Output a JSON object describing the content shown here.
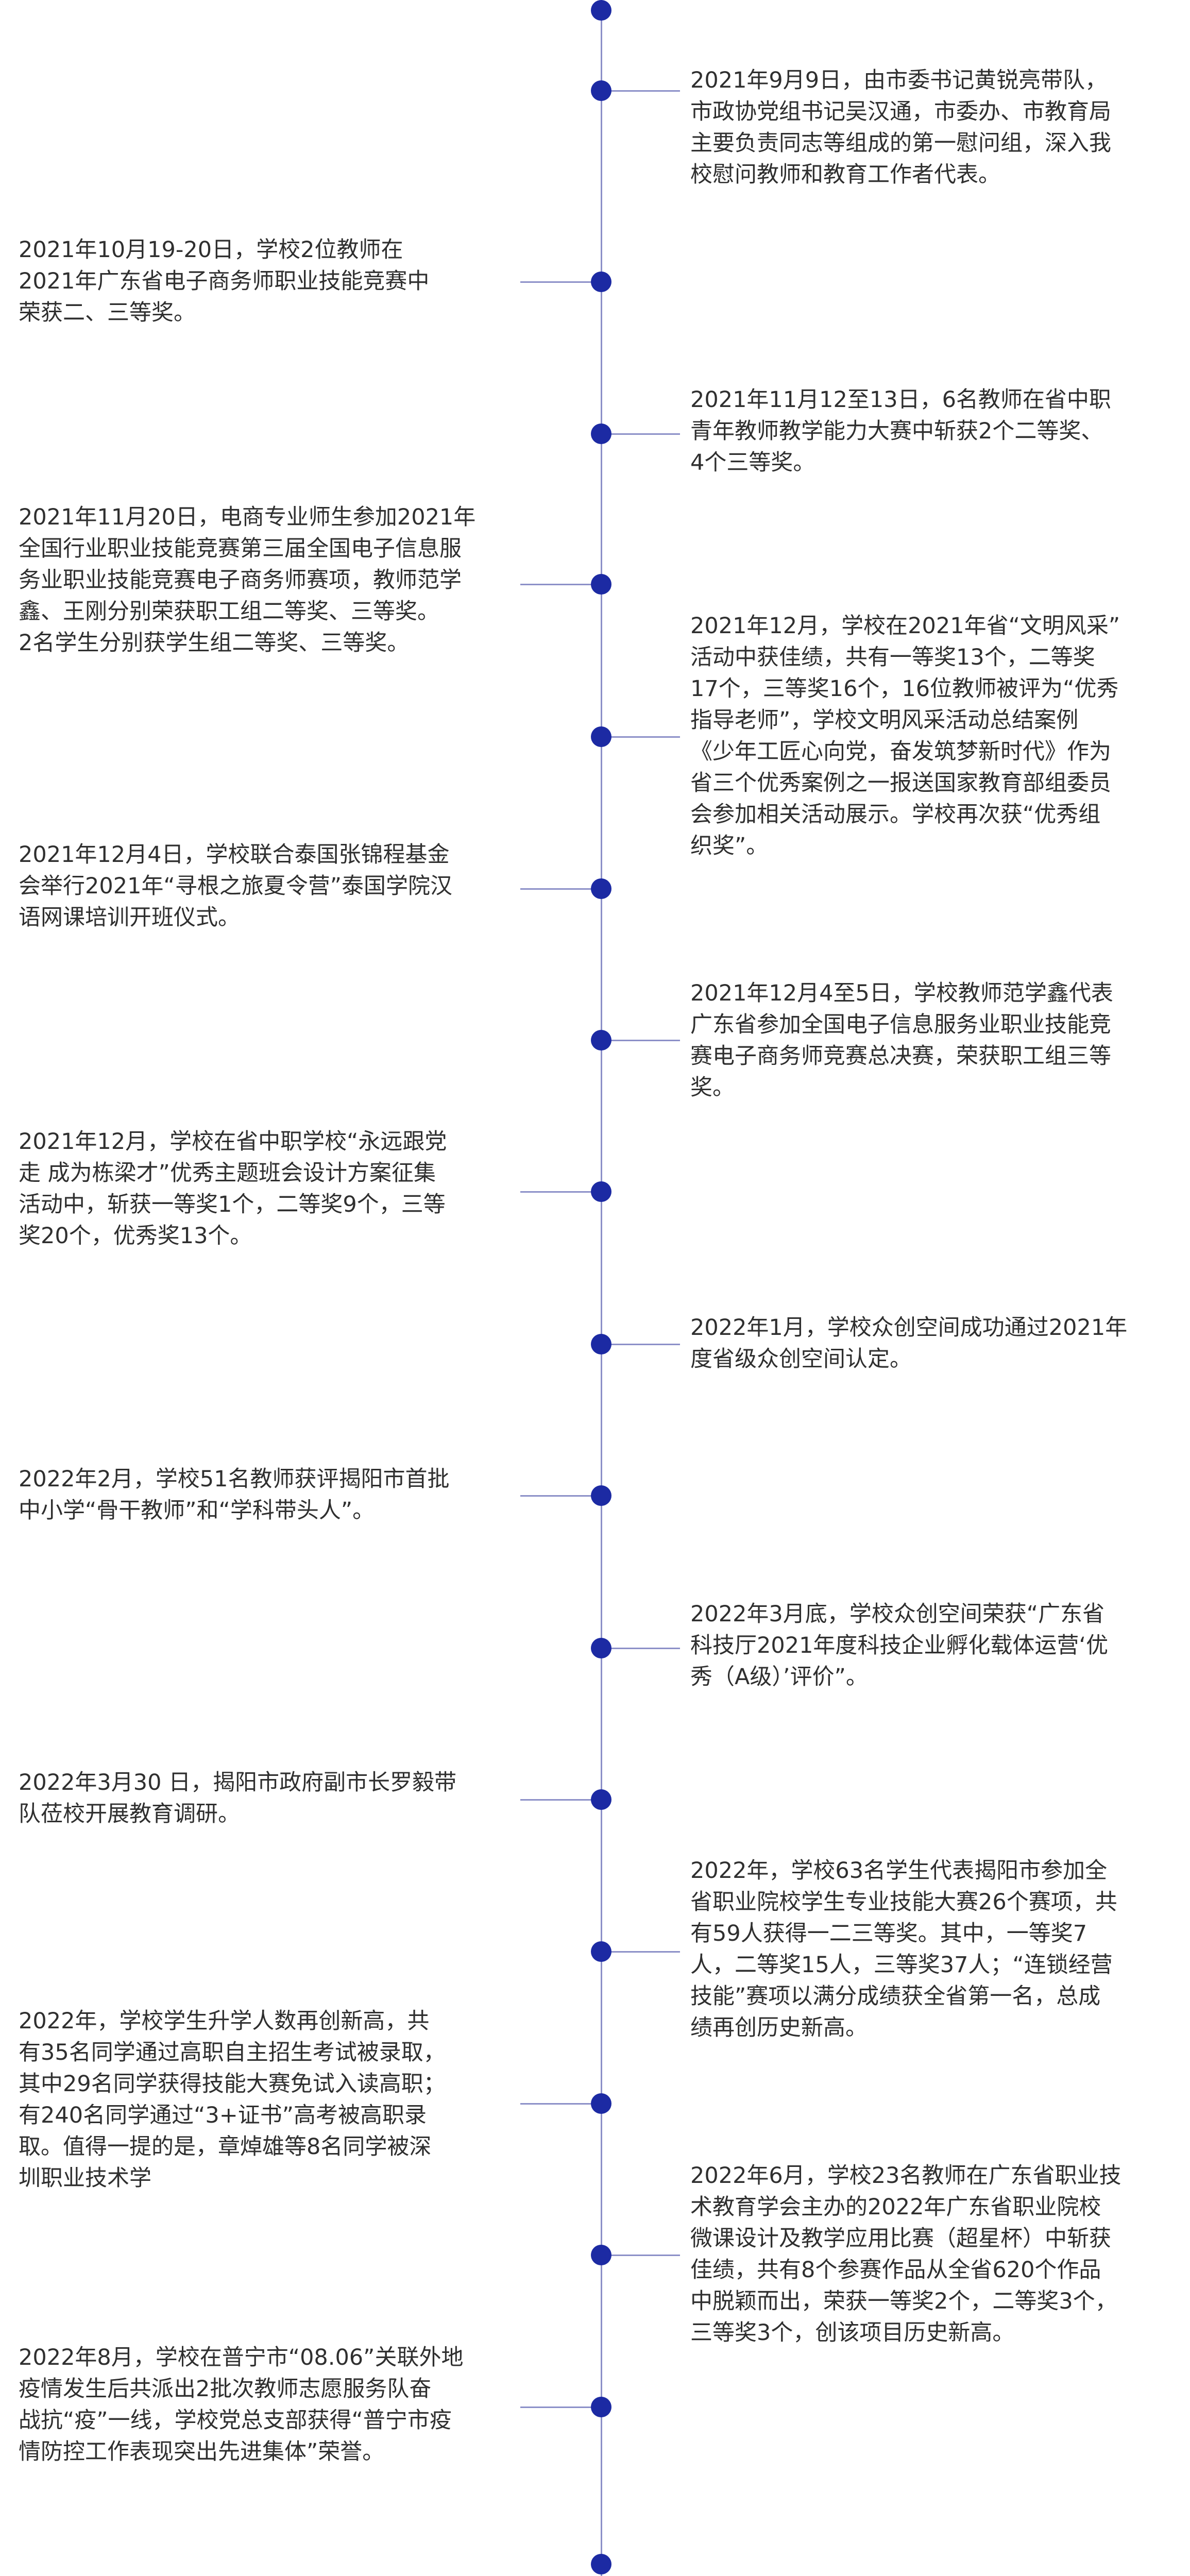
{
  "timeline": {
    "events": [
      {
        "side": "right",
        "text": "2021年9月9日，由市委书记黄锐亮带队，\n市政协党组书记吴汉通，市委办、市教育局\n主要负责同志等组成的第一慰问组，深入我\n校慰问教师和教育工作者代表。"
      },
      {
        "side": "left",
        "text": "2021年10月19-20日，学校2位教师在\n2021年广东省电子商务师职业技能竞赛中\n荣获二、三等奖。"
      },
      {
        "side": "right",
        "text": "2021年11月12至13日，6名教师在省中职\n青年教师教学能力大赛中斩获2个二等奖、\n4个三等奖。"
      },
      {
        "side": "left",
        "text": "2021年11月20日，电商专业师生参加2021年\n全国行业职业技能竞赛第三届全国电子信息服\n务业职业技能竞赛电子商务师赛项，教师范学\n鑫、王刚分别荣获职工组二等奖、三等奖。\n2名学生分别获学生组二等奖、三等奖。"
      },
      {
        "side": "right",
        "text": "2021年12月，学校在2021年省“文明风采”\n活动中获佳绩，共有一等奖13个，二等奖\n17个，三等奖16个，16位教师被评为“优秀\n指导老师”，学校文明风采活动总结案例\n《少年工匠心向党，奋发筑梦新时代》作为\n省三个优秀案例之一报送国家教育部组委员\n会参加相关活动展示。学校再次获“优秀组\n织奖”。"
      },
      {
        "side": "left",
        "text": "2021年12月4日，学校联合泰国张锦程基金\n会举行2021年“寻根之旅夏令营”泰国学院汉\n语网课培训开班仪式。"
      },
      {
        "side": "right",
        "text": "2021年12月4至5日，学校教师范学鑫代表\n广东省参加全国电子信息服务业职业技能竞\n赛电子商务师竞赛总决赛，荣获职工组三等\n奖。"
      },
      {
        "side": "left",
        "text": "2021年12月，学校在省中职学校“永远跟党\n走 成为栋梁才”优秀主题班会设计方案征集\n活动中，斩获一等奖1个，二等奖9个，三等\n奖20个，优秀奖13个。"
      },
      {
        "side": "right",
        "text": "2022年1月，学校众创空间成功通过2021年\n度省级众创空间认定。"
      },
      {
        "side": "left",
        "text": "2022年2月，学校51名教师获评揭阳市首批\n中小学“骨干教师”和“学科带头人”。"
      },
      {
        "side": "right",
        "text": "2022年3月底，学校众创空间荣获“广东省\n科技厅2021年度科技企业孵化载体运营‘优\n秀（A级）’评价”。"
      },
      {
        "side": "left",
        "text": "2022年3月30 日，揭阳市政府副市长罗毅带\n队莅校开展教育调研。"
      },
      {
        "side": "right",
        "text": "2022年，学校63名学生代表揭阳市参加全\n省职业院校学生专业技能大赛26个赛项，共\n有59人获得一二三等奖。其中，一等奖7\n人，二等奖15人，三等奖37人；“连锁经营\n技能”赛项以满分成绩获全省第一名，总成\n绩再创历史新高。"
      },
      {
        "side": "left",
        "text": "2022年，学校学生升学人数再创新高，共\n有35名同学通过高职自主招生考试被录取，\n其中29名同学获得技能大赛免试入读高职；\n有240名同学通过“3+证书”高考被高职录\n取。值得一提的是，章焯雄等8名同学被深\n圳职业技术学"
      },
      {
        "side": "right",
        "text": "2022年6月，学校23名教师在广东省职业技\n术教育学会主办的2022年广东省职业院校\n微课设计及教学应用比赛（超星杯）中斩获\n佳绩，共有8个参赛作品从全省620个作品\n中脱颖而出，荣获一等奖2个，二等奖3个，\n三等奖3个，创该项目历史新高。"
      },
      {
        "side": "left",
        "text": "2022年8月，学校在普宁市“08.06”关联外地\n疫情发生后共派出2批次教师志愿服务队奋\n战抗“疫”一线，学校党总支部获得“普宁市疫\n情防控工作表现突出先进集体”荣誉。"
      }
    ]
  },
  "colors": {
    "line": "#8c90c8",
    "dot": "#1c2aa3",
    "text": "#2f2f2f"
  }
}
